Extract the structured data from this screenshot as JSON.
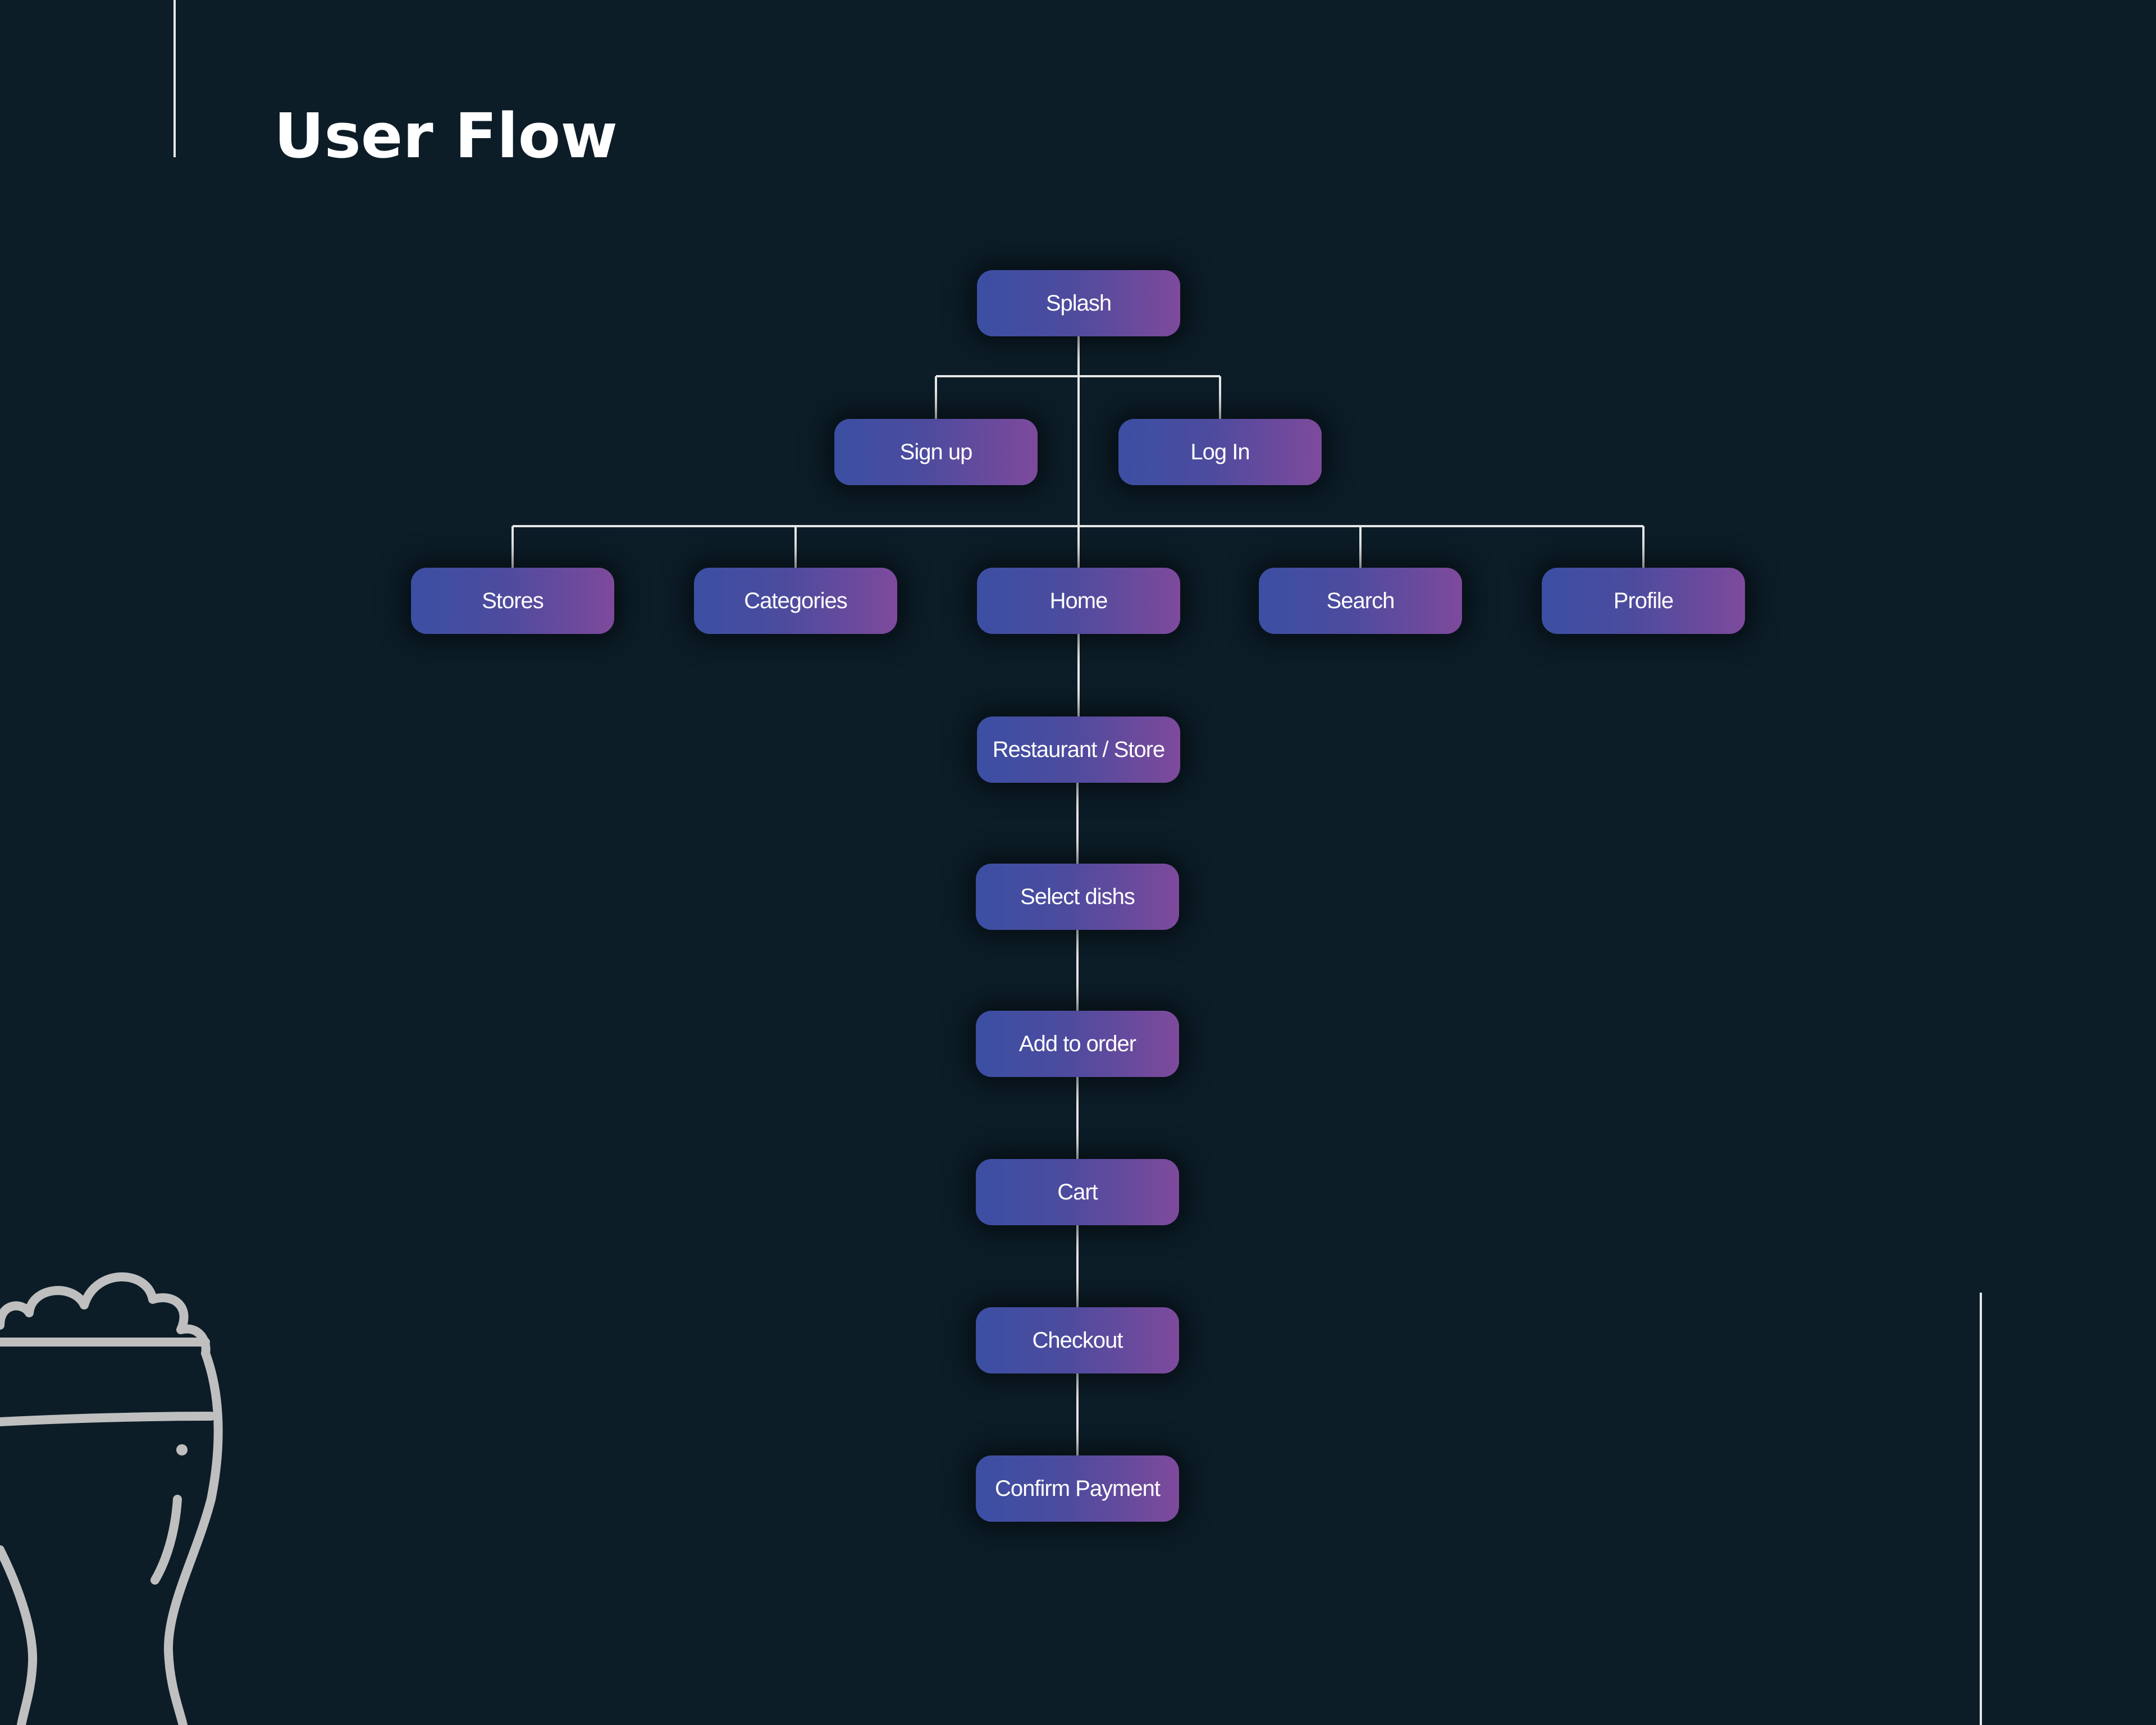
{
  "page": {
    "title": "User Flow",
    "background_color": "#0c1d28"
  },
  "diagram": {
    "type": "tree",
    "node_gradient": [
      "#3b4fa3",
      "#7e4a9c"
    ],
    "connector_color": "#e6e6e6",
    "nodes": [
      {
        "id": "splash",
        "label": "Splash"
      },
      {
        "id": "signup",
        "label": "Sign up"
      },
      {
        "id": "login",
        "label": "Log In"
      },
      {
        "id": "stores",
        "label": "Stores"
      },
      {
        "id": "categories",
        "label": "Categories"
      },
      {
        "id": "home",
        "label": "Home"
      },
      {
        "id": "search",
        "label": "Search"
      },
      {
        "id": "profile",
        "label": "Profile"
      },
      {
        "id": "restaurant",
        "label": "Restaurant / Store"
      },
      {
        "id": "select",
        "label": "Select dishs"
      },
      {
        "id": "add",
        "label": "Add to order"
      },
      {
        "id": "cart",
        "label": "Cart"
      },
      {
        "id": "checkout",
        "label": "Checkout"
      },
      {
        "id": "confirm",
        "label": "Confirm Payment"
      }
    ],
    "edges": [
      [
        "splash",
        "signup"
      ],
      [
        "splash",
        "login"
      ],
      [
        "splash",
        "stores"
      ],
      [
        "splash",
        "categories"
      ],
      [
        "splash",
        "home"
      ],
      [
        "splash",
        "search"
      ],
      [
        "splash",
        "profile"
      ],
      [
        "home",
        "restaurant"
      ],
      [
        "restaurant",
        "select"
      ],
      [
        "select",
        "add"
      ],
      [
        "add",
        "cart"
      ],
      [
        "cart",
        "checkout"
      ],
      [
        "checkout",
        "confirm"
      ]
    ]
  },
  "decoration": {
    "icon": "beer-glass-icon"
  }
}
